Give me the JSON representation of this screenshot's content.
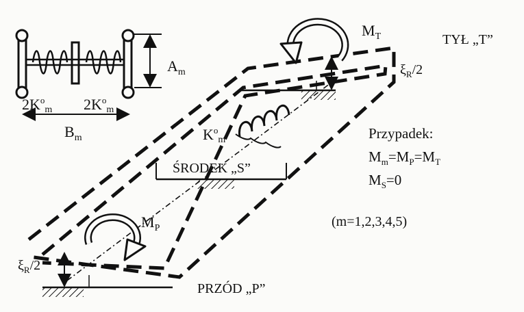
{
  "labels": {
    "moment_rear": {
      "main": "M",
      "sub": "T"
    },
    "moment_front": {
      "main": "M",
      "sub": "P"
    },
    "rear": "TYŁ „T”",
    "front": "PRZÓD „P”",
    "middle": "ŚRODEK „S”",
    "xi_rear": {
      "main": "ξ",
      "sub": "R",
      "tail": "/2"
    },
    "xi_front": {
      "main": "ξ",
      "sub": "R",
      "tail": "/2"
    },
    "a_m": {
      "main": "A",
      "sub": "m"
    },
    "b_m": {
      "main": "B",
      "sub": "m"
    },
    "stiffness_left": {
      "lead": "2K",
      "sup": "o",
      "sub": "m"
    },
    "stiffness_right": {
      "lead": "2K",
      "sup": "o",
      "sub": "m"
    },
    "stiffness_center": {
      "lead": "K",
      "sup": "o",
      "sub": "m"
    }
  },
  "case": {
    "heading": "Przypadek:",
    "eq1": {
      "p1": "M",
      "s1": "m",
      "p2": "=M",
      "s2": "P",
      "p3": "=M",
      "s3": "T"
    },
    "eq2": {
      "p1": "M",
      "s1": "S",
      "p2": "=0"
    },
    "range": "(m=1,2,3,4,5)"
  },
  "colors": {
    "ink": "#111111",
    "paper": "#fbfbf9"
  }
}
